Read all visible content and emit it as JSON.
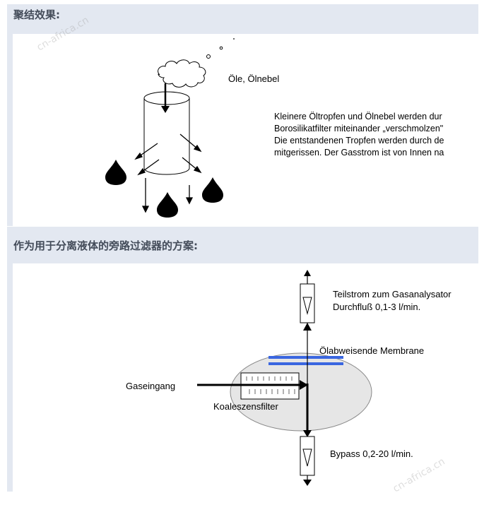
{
  "sections": [
    {
      "title": "聚结效果:"
    },
    {
      "title": "作为用于分离液体的旁路过滤器的方案:"
    }
  ],
  "figure1": {
    "label": "Öle, Ölnebel",
    "text_lines": [
      "Kleinere Öltropfen und Ölnebel werden dur",
      "Borosilikatfilter miteinander „verschmolzen\"",
      "Die entstandenen Tropfen werden durch de",
      "mitgerissen. Der Gasstrom ist von Innen na"
    ]
  },
  "figure2": {
    "partial_flow_label": "Teilstrom zum Gasanalysator",
    "partial_flow_rate": "Durchfluß 0,1-3 l/min.",
    "membrane_label": "Ölabweisende Membrane",
    "inlet_label": "Gaseingang",
    "filter_label": "Koaleszensfilter",
    "bypass_label": "Bypass 0,2-20 l/min."
  },
  "watermark": "cn-africa.cn",
  "colors": {
    "header_bg": "#e3e8f1",
    "header_text": "#444c5a",
    "membrane": "#3a66e0",
    "ellipse": "#e6e6e6"
  }
}
